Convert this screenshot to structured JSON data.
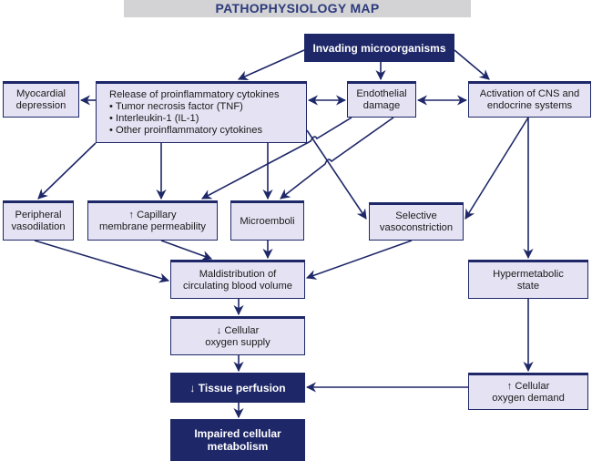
{
  "title": "PATHOPHYSIOLOGY MAP",
  "colors": {
    "navy": "#1e2768",
    "box_fill": "#e5e3f3",
    "title_bar": "#d3d3d5",
    "title_text": "#2c3a7c"
  },
  "nodes": {
    "invading": {
      "lines": [
        "Invading microorganisms"
      ]
    },
    "myocardial": {
      "lines": [
        "Myocardial",
        "depression"
      ]
    },
    "cytokines": {
      "lines": [
        "Release of proinflammatory cytokines",
        "• Tumor necrosis factor (TNF)",
        "• Interleukin-1 (IL-1)",
        "• Other proinflammatory cytokines"
      ]
    },
    "endothelial": {
      "lines": [
        "Endothelial",
        "damage"
      ]
    },
    "cns": {
      "lines": [
        "Activation of CNS and",
        "endocrine systems"
      ]
    },
    "peripheral": {
      "lines": [
        "Peripheral",
        "vasodilation"
      ]
    },
    "capillary": {
      "lines": [
        "↑ Capillary",
        "membrane permeability"
      ]
    },
    "microemboli": {
      "lines": [
        "Microemboli"
      ]
    },
    "selective": {
      "lines": [
        "Selective",
        "vasoconstriction"
      ]
    },
    "maldistribution": {
      "lines": [
        "Maldistribution of",
        "circulating blood volume"
      ]
    },
    "hypermetabolic": {
      "lines": [
        "Hypermetabolic",
        "state"
      ]
    },
    "oxygen_supply": {
      "lines": [
        "↓ Cellular",
        "oxygen supply"
      ]
    },
    "tissue_perfusion": {
      "lines": [
        "↓ Tissue perfusion"
      ]
    },
    "oxygen_demand": {
      "lines": [
        "↑ Cellular",
        "oxygen demand"
      ]
    },
    "impaired": {
      "lines": [
        "Impaired cellular",
        "metabolism"
      ]
    }
  },
  "edges": [
    {
      "from": "invading",
      "to": "cytokines"
    },
    {
      "from": "invading",
      "to": "endothelial"
    },
    {
      "from": "invading",
      "to": "cns"
    },
    {
      "from": "cytokines",
      "to": "myocardial"
    },
    {
      "from": "cytokines",
      "to": "endothelial",
      "bidirectional": true
    },
    {
      "from": "endothelial",
      "to": "cns",
      "bidirectional": true
    },
    {
      "from": "cytokines",
      "to": "peripheral"
    },
    {
      "from": "cytokines",
      "to": "capillary"
    },
    {
      "from": "cytokines",
      "to": "microemboli"
    },
    {
      "from": "cytokines",
      "to": "selective"
    },
    {
      "from": "endothelial",
      "to": "capillary"
    },
    {
      "from": "endothelial",
      "to": "microemboli"
    },
    {
      "from": "cns",
      "to": "selective"
    },
    {
      "from": "cns",
      "to": "hypermetabolic"
    },
    {
      "from": "peripheral",
      "to": "maldistribution"
    },
    {
      "from": "capillary",
      "to": "maldistribution"
    },
    {
      "from": "microemboli",
      "to": "maldistribution"
    },
    {
      "from": "selective",
      "to": "maldistribution"
    },
    {
      "from": "maldistribution",
      "to": "oxygen_supply"
    },
    {
      "from": "oxygen_supply",
      "to": "tissue_perfusion"
    },
    {
      "from": "hypermetabolic",
      "to": "oxygen_demand"
    },
    {
      "from": "oxygen_demand",
      "to": "tissue_perfusion"
    },
    {
      "from": "tissue_perfusion",
      "to": "impaired"
    }
  ]
}
